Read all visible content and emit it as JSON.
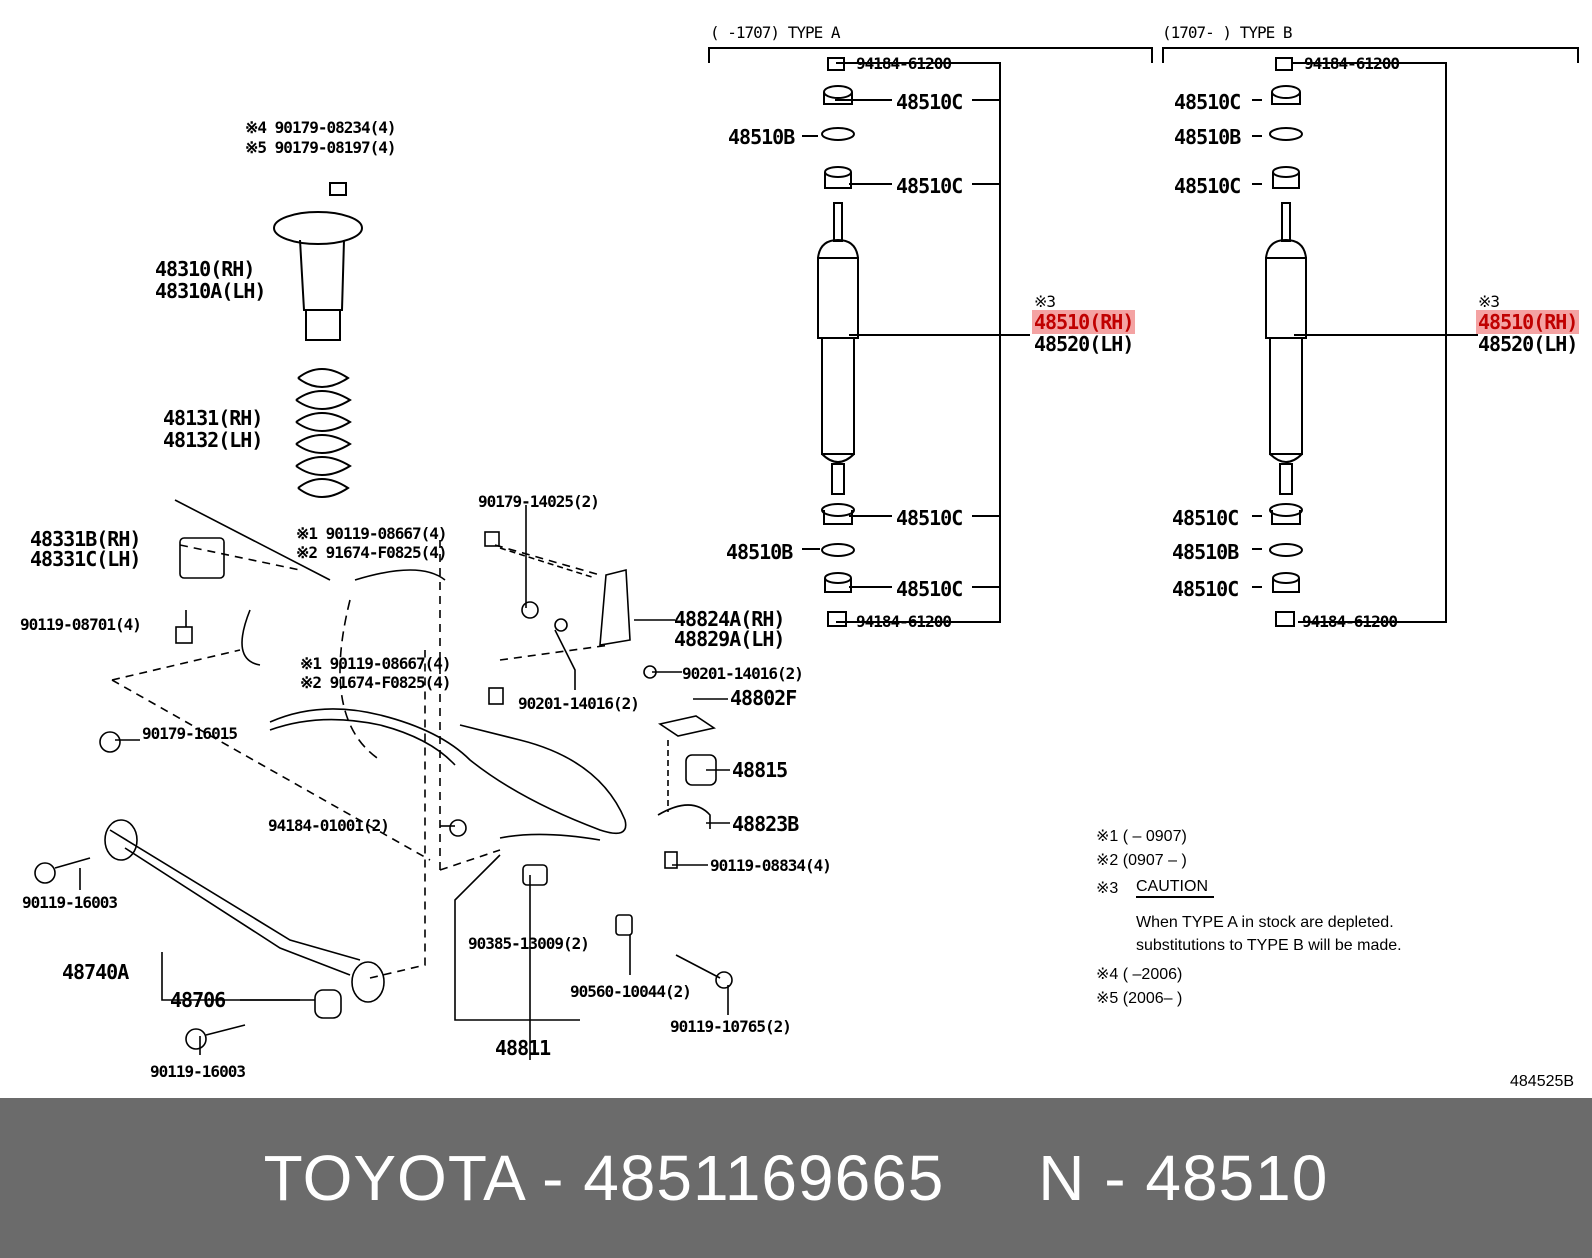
{
  "header": {
    "type_a": "(     -1707) TYPE A",
    "type_b": "(1707-      ) TYPE B"
  },
  "labels": {
    "mount_nut_a": "※4 90179-08234(4)",
    "mount_nut_b": "※5 90179-08197(4)",
    "support_rh": "48310(RH)",
    "support_lh": "48310A(LH)",
    "spring_rh": "48131(RH)",
    "spring_lh": "48132(LH)",
    "bracket_rh": "48331B(RH)",
    "bracket_lh": "48331C(LH)",
    "bolt_08701": "90119-08701(4)",
    "nut_14025": "90179-14025(2)",
    "bolt_08667_top": "※1 90119-08667(4)",
    "bolt_f0825_top": "※2 91674-F0825(4)",
    "bolt_08667_mid": "※1 90119-08667(4)",
    "bolt_f0825_mid": "※2 91674-F0825(4)",
    "washer_14016_a": "90201-14016(2)",
    "washer_14016_b": "90201-14016(2)",
    "bracket2_rh": "48824A(RH)",
    "bracket2_lh": "48829A(LH)",
    "link_48802f": "48802F",
    "nut_16015": "90179-16015",
    "bushing_48815": "48815",
    "bracket_48823b": "48823B",
    "nut_01001": "94184-01001(2)",
    "bolt_08834": "90119-08834(4)",
    "bolt_16003_a": "90119-16003",
    "bolt_16003_b": "90119-16003",
    "rod_48740a": "48740A",
    "bush_48706": "48706",
    "bush_13009": "90385-13009(2)",
    "collar_10044": "90560-10044(2)",
    "bolt_10765": "90119-10765(2)",
    "stabilizer_48811": "48811"
  },
  "type_a": {
    "nut_top": "94184-61200",
    "cushion_c1": "48510C",
    "retainer_b1": "48510B",
    "cushion_c2": "48510C",
    "ref_mark": "※3",
    "absorber_rh": "48510(RH)",
    "absorber_lh": "48520(LH)",
    "cushion_c3": "48510C",
    "retainer_b2": "48510B",
    "cushion_c4": "48510C",
    "nut_bottom": "94184-61200"
  },
  "type_b": {
    "nut_top": "94184-61200",
    "cushion_c1": "48510C",
    "retainer_b1": "48510B",
    "cushion_c2": "48510C",
    "ref_mark": "※3",
    "absorber_rh": "48510(RH)",
    "absorber_lh": "48520(LH)",
    "cushion_c3": "48510C",
    "retainer_b2": "48510B",
    "cushion_c4": "48510C",
    "nut_bottom": "94184-61200"
  },
  "notes": {
    "n1": "※1 (          – 0907)",
    "n2": "※2 (0907  –          )",
    "n3_mark": "※3",
    "n3_title": "CAUTION",
    "n3_line1": "When TYPE A in stock are depleted.",
    "n3_line2": "substitutions to TYPE B will be made.",
    "n4": "※4 (          –2006)",
    "n5": "※5 (2006–          )"
  },
  "illustration_id": "484525B",
  "footer": {
    "text": "TOYOTA - 4851169665     N - 48510"
  },
  "colors": {
    "highlight_bg": "#f4a3a3",
    "highlight_text": "#c00000",
    "footer_bg": "#6b6b6b",
    "footer_text": "#ffffff"
  }
}
